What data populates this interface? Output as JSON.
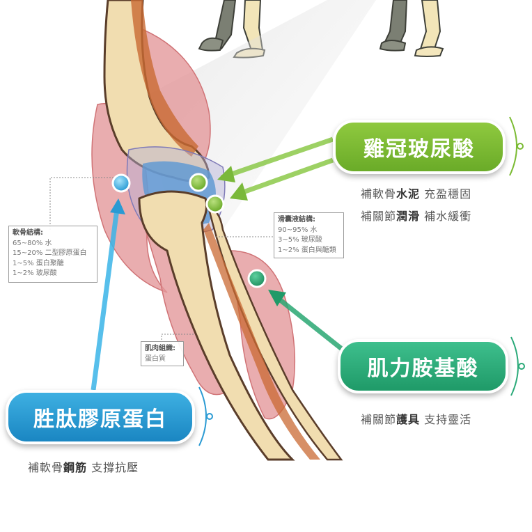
{
  "colors": {
    "green_pill": "#7bbb33",
    "teal_pill": "#29a978",
    "blue_pill": "#2a9ad3",
    "green_arrow": "#8cc94a",
    "teal_arrow": "#2aa873",
    "blue_arrow": "#3ab5e8",
    "muscle": "#e4989a",
    "bone": "#f1ddb0",
    "tendon": "#c96a33",
    "synovial": "#1e88d0"
  },
  "icons": [
    "green-dot-icon",
    "teal-dot-icon",
    "blue-dot-icon",
    "bracket-arc-icon"
  ],
  "labels": {
    "hyaluronic": {
      "title": "雞冠玻尿酸",
      "line1_pre": "補軟骨",
      "line1_bold": "水泥",
      "line1_post": " 充盈穩固",
      "line2_pre": "補關節",
      "line2_bold": "潤滑",
      "line2_post": " 補水緩衝"
    },
    "glucosamine": {
      "title": "肌力胺基酸",
      "line_pre": "補關節",
      "line_bold": "護具",
      "line_post": " 支持靈活"
    },
    "collagen": {
      "title": "胜肽膠原蛋白",
      "line_pre": "補軟骨",
      "line_bold": "鋼筋",
      "line_post": " 支撐抗壓"
    }
  },
  "info_boxes": {
    "cartilage": {
      "title": "軟骨結構:",
      "lines": [
        "65~80% 水",
        "15~20% 二型膠原蛋白",
        "1~5% 蛋白聚醣",
        "1~2% 玻尿酸"
      ]
    },
    "synovial": {
      "title": "滑囊液結構:",
      "lines": [
        "90~95% 水",
        "3~5% 玻尿酸",
        "1~2% 蛋白與醣類"
      ]
    },
    "muscle": {
      "title": "肌肉組織:",
      "lines": [
        "蛋白質"
      ]
    }
  }
}
